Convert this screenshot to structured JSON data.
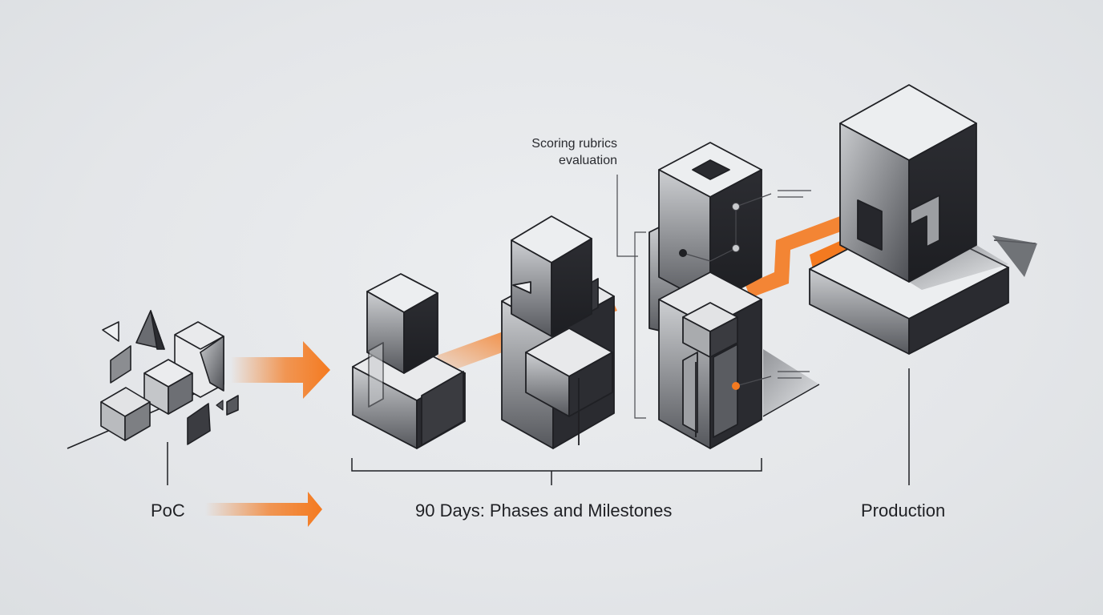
{
  "stages": {
    "poc": {
      "label": "PoC"
    },
    "phases": {
      "label": "90 Days: Phases and Milestones"
    },
    "production": {
      "label": "Production"
    }
  },
  "annotation": {
    "line1": "Scoring rubrics",
    "line2": "evaluation"
  },
  "colors": {
    "accent": "#f47a20",
    "dark_face": "#26272c",
    "mid_face": "#6d6f74",
    "light_face": "#e7e8ea",
    "line": "#1f2024",
    "background": "#e4e6e9"
  },
  "icons": [
    "poc-fragments",
    "phase-block",
    "production-block",
    "flow-arrow"
  ]
}
